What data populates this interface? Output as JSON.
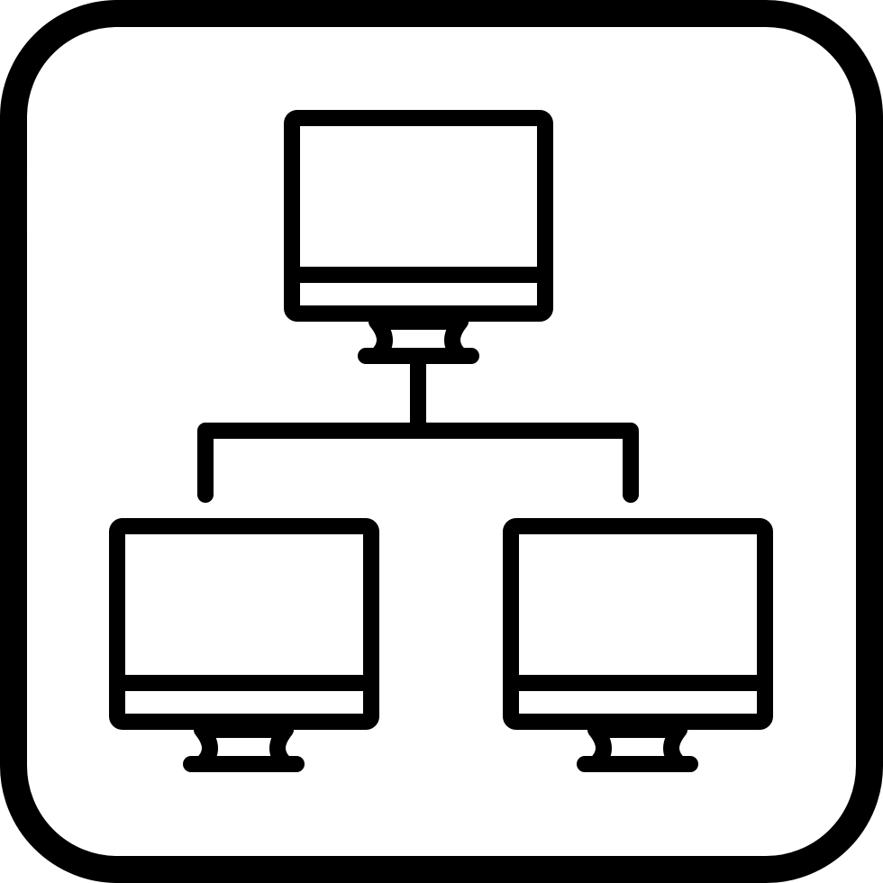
{
  "icon": {
    "name": "computer-network-icon",
    "stroke_color": "#000000",
    "background_color": "#ffffff",
    "components": {
      "frame": "rounded-square-frame",
      "server": "monitor",
      "clients": [
        "monitor",
        "monitor"
      ],
      "connector": "tree-connector-lines"
    }
  }
}
